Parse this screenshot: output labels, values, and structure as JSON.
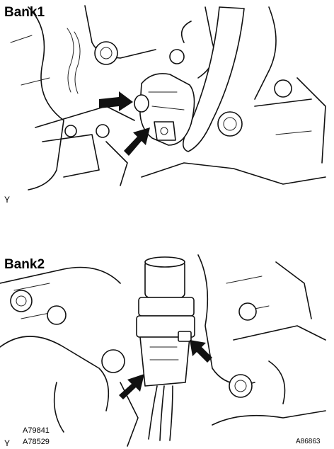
{
  "bank1": {
    "title": "Bank1",
    "corner_mark": "Y"
  },
  "bank2": {
    "title": "Bank2",
    "corner_mark": "Y"
  },
  "refs": {
    "code_a": "A79841",
    "code_b": "A78529",
    "code_c": "A86863"
  },
  "icons": {
    "arrow": "arrow-right-icon"
  }
}
